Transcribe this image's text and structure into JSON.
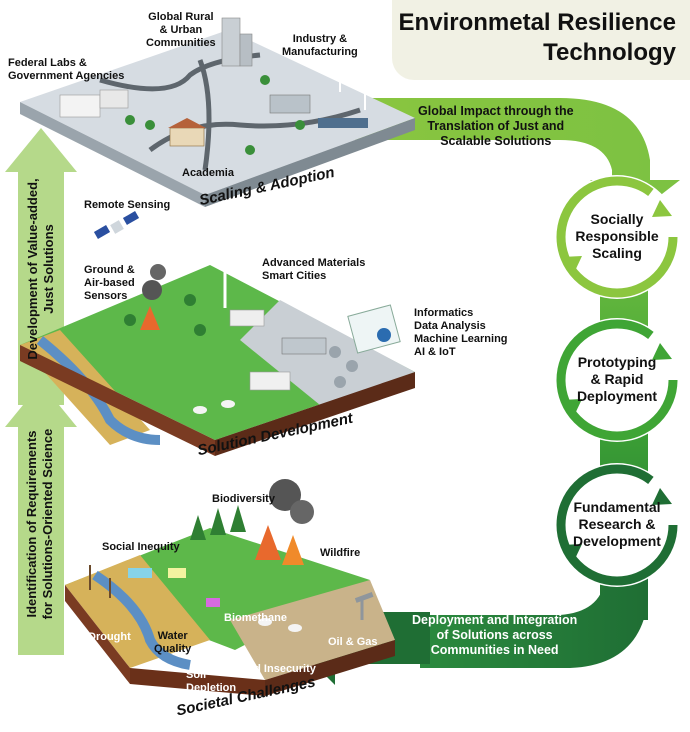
{
  "title": {
    "line1": "Environmetal Resilience",
    "line2": "Technology"
  },
  "layers": {
    "top": {
      "title": "Scaling & Adoption",
      "labels": {
        "federal": "Federal Labs &\nGovernment Agencies",
        "rural": "Global Rural\n& Urban\nCommunities",
        "industry": "Industry &\nManufacturing",
        "academia": "Academia"
      }
    },
    "middle": {
      "title": "Solution Development",
      "labels": {
        "remote": "Remote Sensing",
        "sensors": "Ground &\nAir-based\nSensors",
        "materials": "Advanced Materials\nSmart Cities",
        "informatics": "Informatics\nData Analysis\nMachine Learning\nAI & IoT"
      }
    },
    "bottom": {
      "title": "Societal Challenges",
      "labels": {
        "biodiversity": "Biodiversity",
        "inequity": "Social Inequity",
        "wildfire": "Wildfire",
        "biomethane": "Biomethane",
        "drought": "Drought",
        "water": "Water\nQuality",
        "oilgas": "Oil & Gas",
        "food": "Food Insecurity",
        "soil": "Soil\nDepletion"
      }
    }
  },
  "arrows": {
    "top_right": "Global Impact through the\nTranslation of Just and\nScalable Solutions",
    "bottom": "Deployment and Integration\nof Solutions across\nCommunities in Need",
    "left_upper": "Development of Value-added,\nJust Solutions",
    "left_lower": "Identification of Requirements\nfor Solutions-Oriented Science"
  },
  "cycle": [
    {
      "label": "Socially\nResponsible\nScaling",
      "color": "#8cc63f"
    },
    {
      "label": "Prototyping\n& Rapid\nDeployment",
      "color": "#3fa535"
    },
    {
      "label": "Fundamental\nResearch &\nDevelopment",
      "color": "#1e7a35"
    }
  ],
  "colors": {
    "light_green": "#b5d98a",
    "mid_green": "#7dc242",
    "dark_green": "#1f6e34",
    "grass": "#5db84a",
    "soil": "#7a3b22",
    "pavement": "#cfd6dc"
  }
}
